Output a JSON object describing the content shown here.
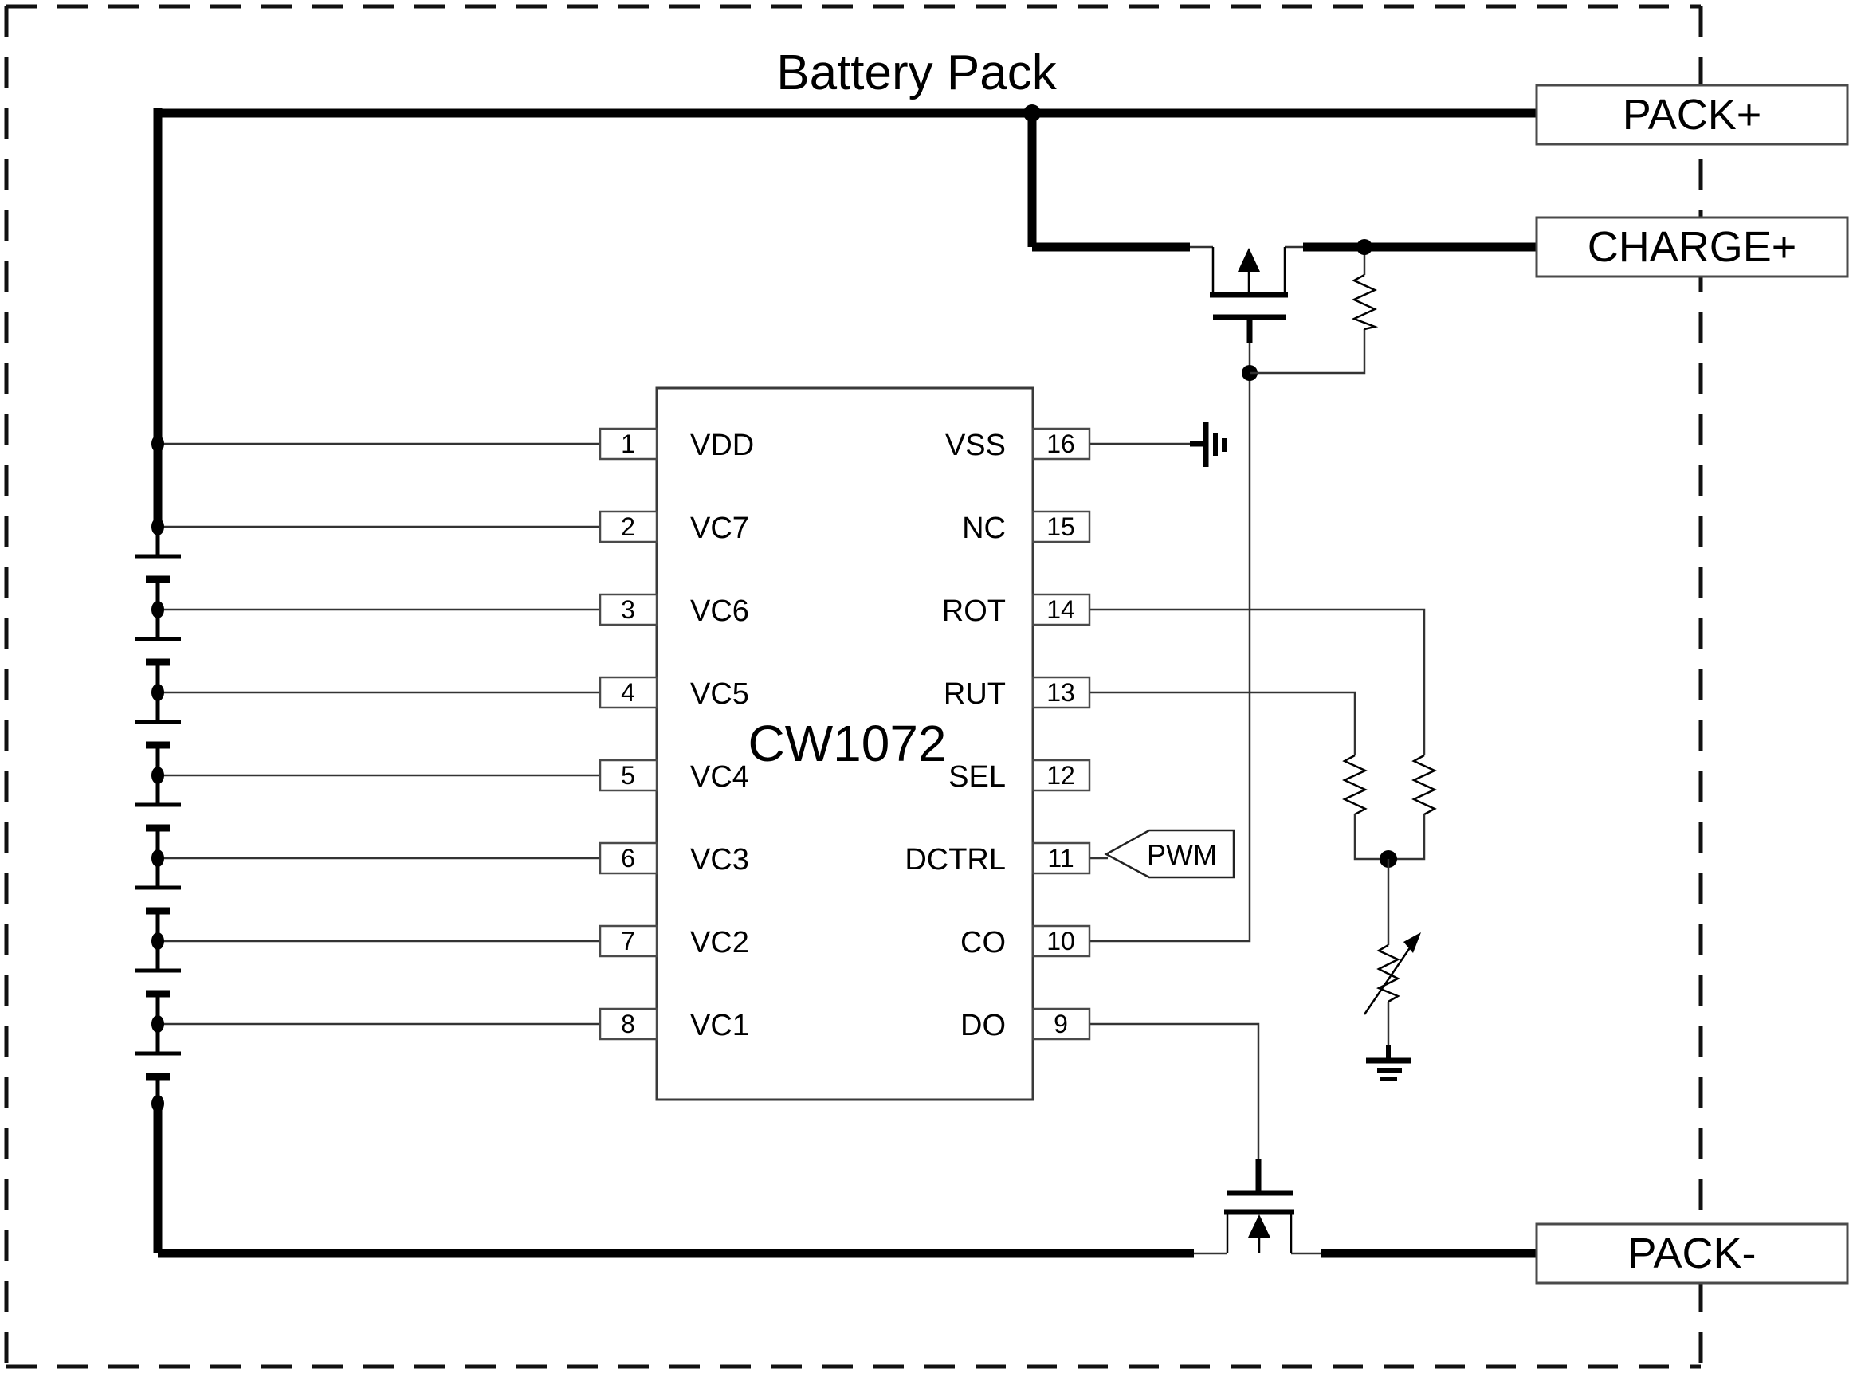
{
  "title": "Battery Pack",
  "ic": {
    "name": "CW1072",
    "pins_left": [
      {
        "num": "1",
        "label": "VDD"
      },
      {
        "num": "2",
        "label": "VC7"
      },
      {
        "num": "3",
        "label": "VC6"
      },
      {
        "num": "4",
        "label": "VC5"
      },
      {
        "num": "5",
        "label": "VC4"
      },
      {
        "num": "6",
        "label": "VC3"
      },
      {
        "num": "7",
        "label": "VC2"
      },
      {
        "num": "8",
        "label": "VC1"
      }
    ],
    "pins_right": [
      {
        "num": "16",
        "label": "VSS"
      },
      {
        "num": "15",
        "label": "NC"
      },
      {
        "num": "14",
        "label": "ROT"
      },
      {
        "num": "13",
        "label": "RUT"
      },
      {
        "num": "12",
        "label": "SEL"
      },
      {
        "num": "11",
        "label": "DCTRL"
      },
      {
        "num": "10",
        "label": "CO"
      },
      {
        "num": "9",
        "label": "DO"
      }
    ]
  },
  "terminals": {
    "pack_plus": "PACK+",
    "charge_plus": "CHARGE+",
    "pack_minus": "PACK-"
  },
  "flags": {
    "dctrl_net": "PWM"
  },
  "colors": {
    "wire": "#000000",
    "thin_wire": "#333333",
    "box_border": "#4a4a4a",
    "background": "#ffffff"
  }
}
